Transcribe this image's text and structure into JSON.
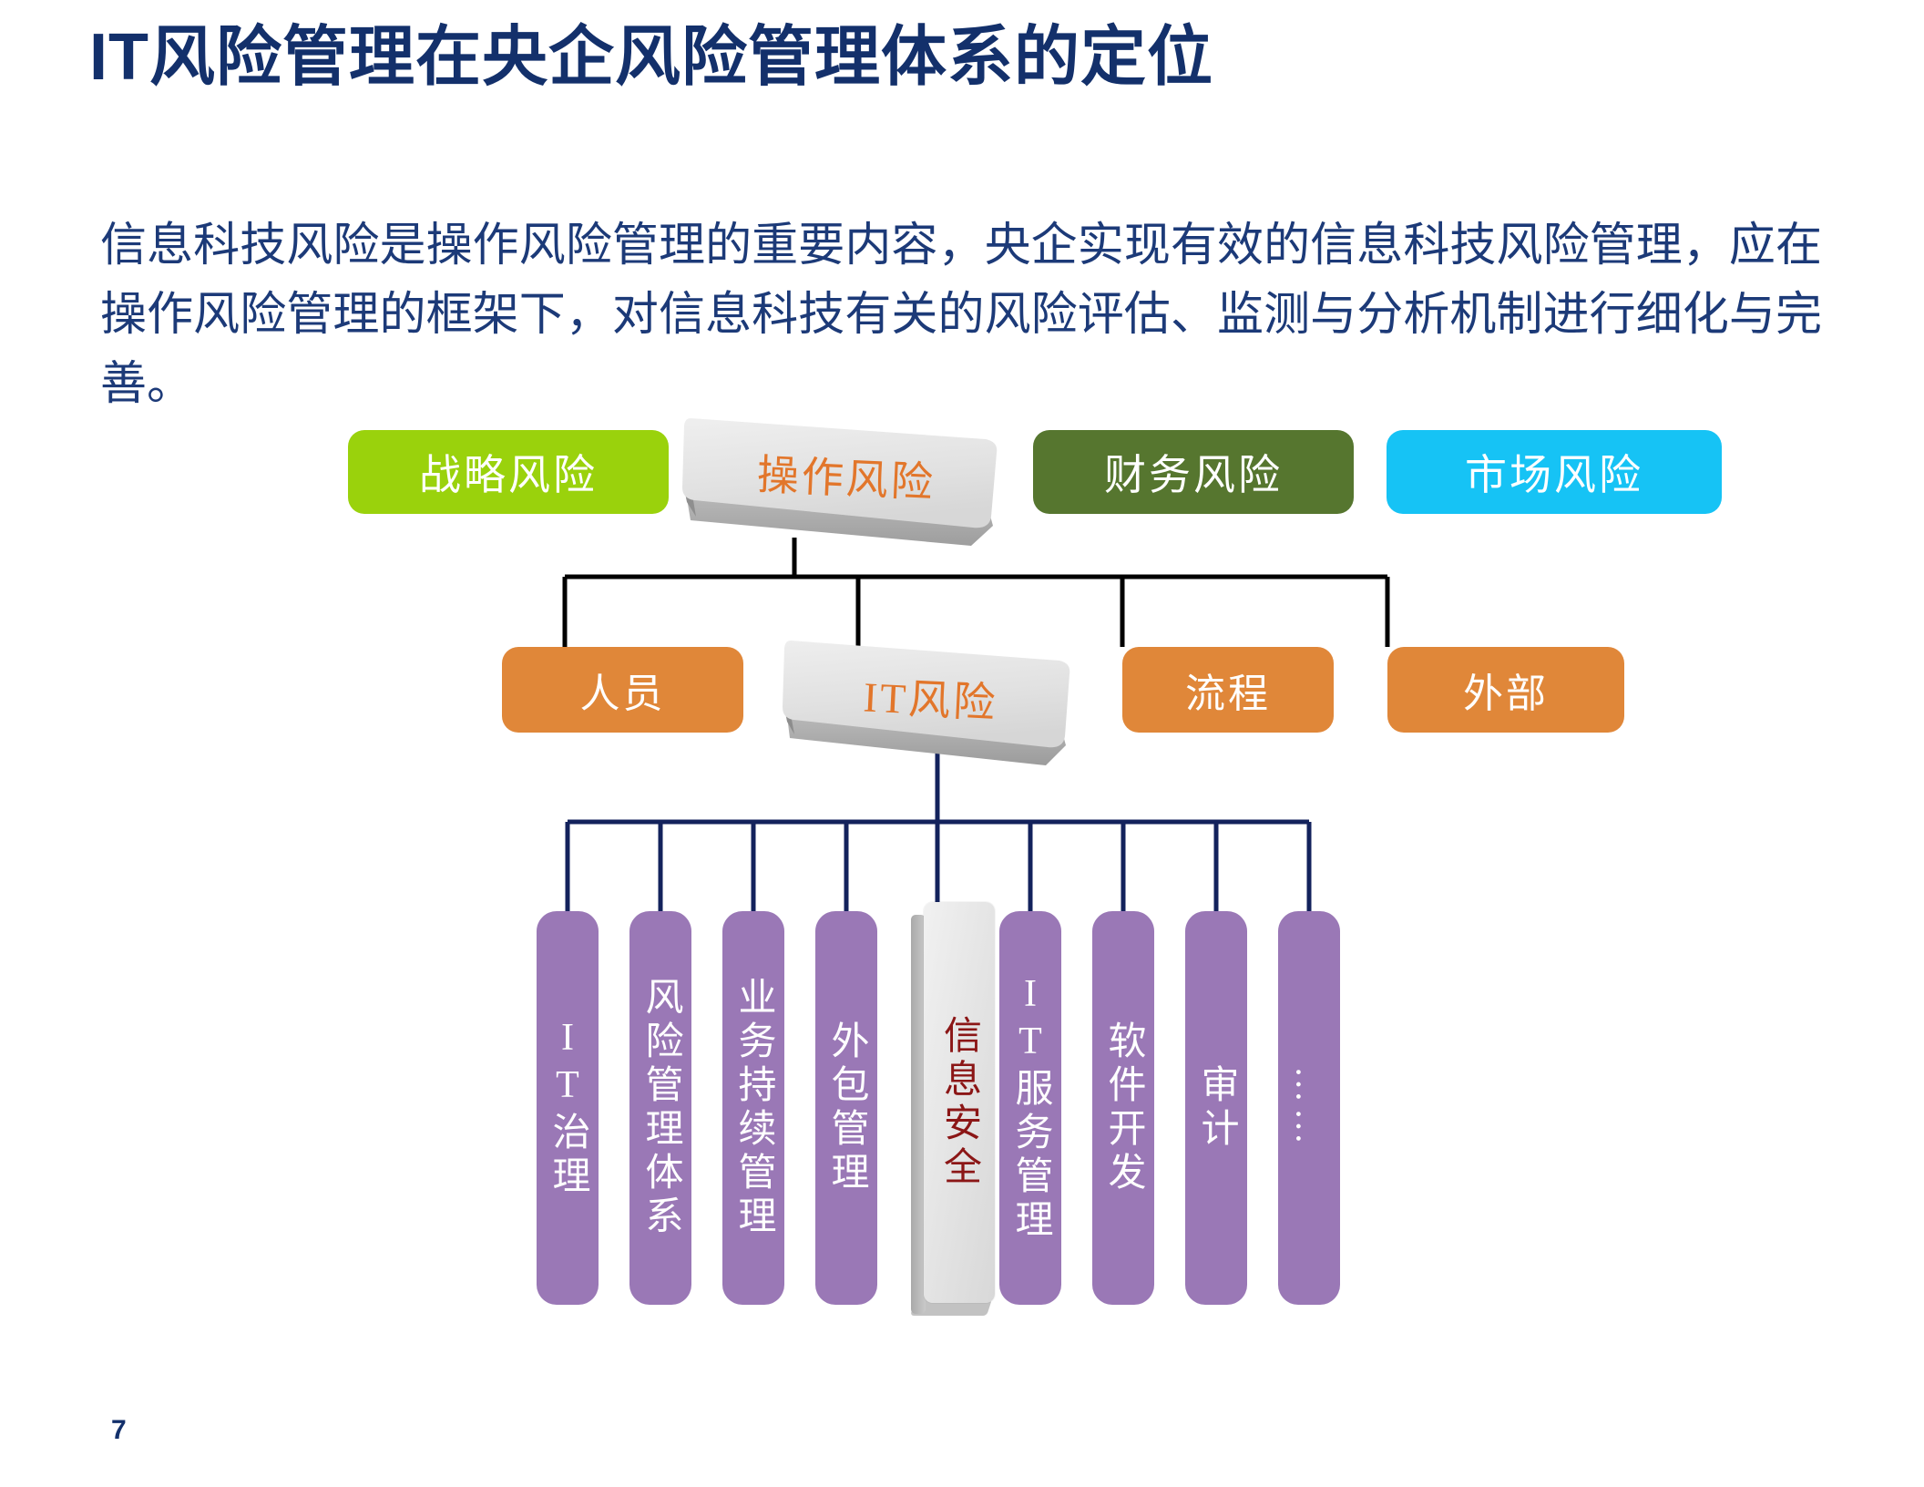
{
  "slide": {
    "title": "IT风险管理在央企风险管理体系的定位",
    "body": "信息科技风险是操作风险管理的重要内容，央企实现有效的信息科技风险管理，应在操作风险管理的框架下，对信息科技有关的风险评估、监测与分析机制进行细化与完善。",
    "page_number": "7"
  },
  "colors": {
    "title": "#13306b",
    "body": "#1c3a78",
    "green": "#9ad20c",
    "olive": "#56762f",
    "cyan": "#16c3f5",
    "orange": "#e08739",
    "purple": "#9a78b6",
    "highlight_box": "#e3e3e3",
    "highlight_text_orange": "#e2762b",
    "highlight_text_red": "#8b1616",
    "connector_black": "#000000",
    "connector_navy": "#13225c"
  },
  "diagram": {
    "level1": [
      {
        "label": "战略风险",
        "style": "green",
        "highlight": false
      },
      {
        "label": "操作风险",
        "style": "gray3d",
        "highlight": true
      },
      {
        "label": "财务风险",
        "style": "olive",
        "highlight": false
      },
      {
        "label": "市场风险",
        "style": "cyan",
        "highlight": false
      }
    ],
    "level2": [
      {
        "label": "人员",
        "style": "orange",
        "highlight": false
      },
      {
        "label": "IT风险",
        "style": "gray3d",
        "highlight": true
      },
      {
        "label": "流程",
        "style": "orange",
        "highlight": false
      },
      {
        "label": "外部",
        "style": "orange",
        "highlight": false
      }
    ],
    "level3": [
      {
        "label": "IT治理",
        "style": "purple",
        "highlight": false
      },
      {
        "label": "风险管理体系",
        "style": "purple",
        "highlight": false
      },
      {
        "label": "业务持续管理",
        "style": "purple",
        "highlight": false
      },
      {
        "label": "外包管理",
        "style": "purple",
        "highlight": false
      },
      {
        "label": "信息安全",
        "style": "gray3d",
        "highlight": true
      },
      {
        "label": "IT服务管理",
        "style": "purple",
        "highlight": false
      },
      {
        "label": "软件开发",
        "style": "purple",
        "highlight": false
      },
      {
        "label": "审计",
        "style": "purple",
        "highlight": false
      },
      {
        "label": "……",
        "style": "purple",
        "highlight": false
      }
    ]
  }
}
